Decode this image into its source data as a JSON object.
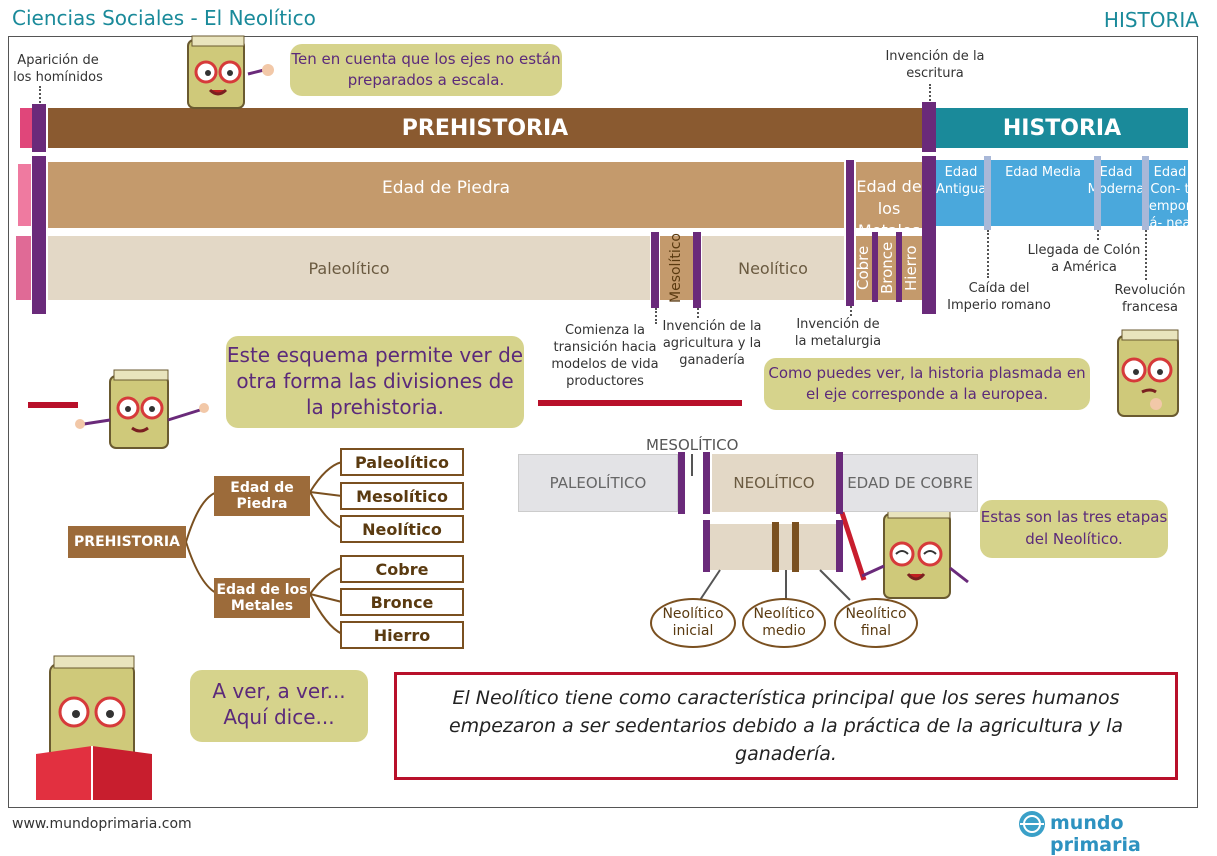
{
  "header": {
    "title": "Ciencias Sociales - El Neolítico",
    "section": "HISTORIA"
  },
  "timeline": {
    "prehistoria": "PREHISTORIA",
    "historia": "HISTORIA",
    "edad_piedra": "Edad de Piedra",
    "edad_metales": "Edad de los Metales",
    "paleolitico": "Paleolítico",
    "mesolitico": "Mesolítico",
    "neolitico": "Neolítico",
    "cobre": "Cobre",
    "bronce": "Bronce",
    "hierro": "Hierro",
    "edad_antigua": "Edad Antigua",
    "edad_media": "Edad Media",
    "edad_moderna": "Edad Moderna",
    "edad_contemporanea": "Edad Con- temporá- nea",
    "hominidos": "Aparición de los homínidos",
    "escritura": "Invención de la escritura",
    "transicion": "Comienza la transición hacia modelos de vida productores",
    "agricultura": "Invención de la agricultura y la ganadería",
    "metalurgia": "Invención de la metalurgia",
    "imperio": "Caída del Imperio romano",
    "colon": "Llegada de Colón a América",
    "revolucion": "Revolución francesa"
  },
  "bubbles": {
    "escala": "Ten en cuenta que los ejes no están preparados a escala.",
    "esquema": "Este esquema permite ver de otra forma las divisiones de la prehistoria.",
    "europea": "Como puedes ver, la historia plasmada en el eje corresponde a la europea.",
    "etapas": "Estas son las tres etapas del Neolítico.",
    "aver": "A ver, a ver... Aquí dice..."
  },
  "tree": {
    "root": "PREHISTORIA",
    "piedra": "Edad de Piedra",
    "metales": "Edad de los Metales",
    "leaves": [
      "Paleolítico",
      "Mesolítico",
      "Neolítico",
      "Cobre",
      "Bronce",
      "Hierro"
    ]
  },
  "zoom": {
    "mesolitico": "MESOLÍTICO",
    "paleolitico": "PALEOLÍTICO",
    "neolitico": "NEOLÍTICO",
    "cobre": "EDAD DE COBRE",
    "inicial": "Neolítico inicial",
    "medio": "Neolítico medio",
    "final": "Neolítico final"
  },
  "summary": "El Neolítico tiene como característica principal que los seres humanos empezaron a ser sedentarios debido a la práctica de la agricultura y la ganadería.",
  "footer": {
    "url": "www.mundoprimaria.com",
    "brand": "mundo primaria"
  },
  "colors": {
    "prehistoria": "#8a5a30",
    "historia": "#1a8a9a",
    "piedra": "#c49a6c",
    "paleo": "#e3d8c6",
    "accent": "#6a2a7a",
    "edades": "#4aa8dc"
  },
  "icons": [
    "book-mascot-icon",
    "red-pointer-icon"
  ]
}
